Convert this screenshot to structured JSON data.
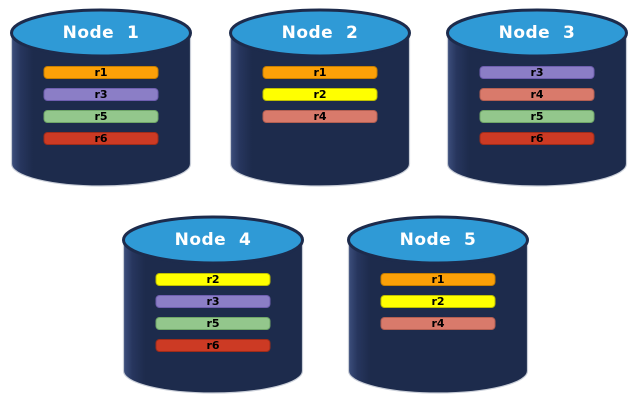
{
  "diagram": {
    "background": "#ffffff",
    "description": "Five database node cylinders holding colored replica bars"
  },
  "palette": {
    "cylinder_body": "#1D2B4C",
    "cylinder_body_highlight": "#3D4F7D",
    "cylinder_body_mid": "#27365E",
    "cylinder_top_fill": "#2F9AD6",
    "cylinder_top_stroke": "#1D2B4C",
    "cylinder_outer_edge": "#C9CED8",
    "node_label_color": "#FFFFFF",
    "replica_label_color": "#000000"
  },
  "replica_colors": {
    "r1": {
      "fill": "#FBA008",
      "border": "#C77F00"
    },
    "r2": {
      "fill": "#FFFF00",
      "border": "#BFBF00"
    },
    "r3": {
      "fill": "#8B7EC6",
      "border": "#6F5FB0"
    },
    "r4": {
      "fill": "#D97A6B",
      "border": "#B35F52"
    },
    "r5": {
      "fill": "#93C78C",
      "border": "#6FA668"
    },
    "r6": {
      "fill": "#CC3A24",
      "border": "#9E2C1A"
    }
  },
  "nodes": [
    {
      "label": "Node  1",
      "replicas": [
        "r1",
        "r3",
        "r5",
        "r6"
      ]
    },
    {
      "label": "Node  2",
      "replicas": [
        "r1",
        "r2",
        "r4"
      ]
    },
    {
      "label": "Node  3",
      "replicas": [
        "r3",
        "r4",
        "r5",
        "r6"
      ]
    },
    {
      "label": "Node  4",
      "replicas": [
        "r2",
        "r3",
        "r5",
        "r6"
      ]
    },
    {
      "label": "Node  5",
      "replicas": [
        "r1",
        "r2",
        "r4"
      ]
    }
  ]
}
